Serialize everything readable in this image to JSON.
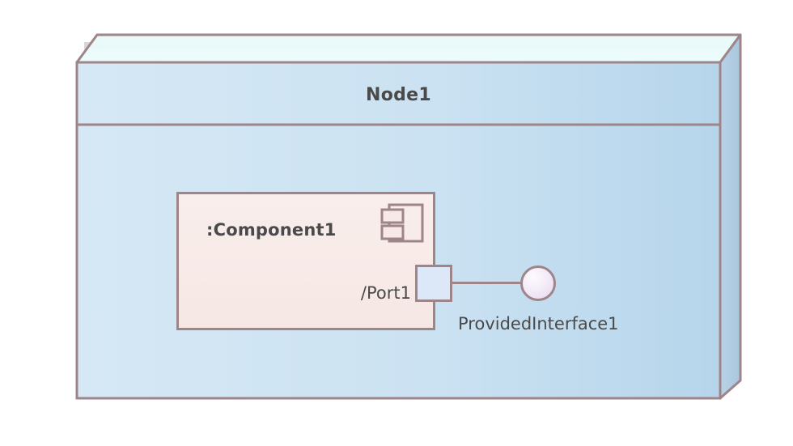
{
  "diagram": {
    "type": "uml-deployment-diagram",
    "background_color": "#ffffff"
  },
  "node": {
    "name": "Node1",
    "icon_name": "node-3d-box",
    "front_fill_left": "#d4e6f4",
    "front_fill_right": "#b8d6ec",
    "top_fill": "#eafaf9",
    "side_fill": "#aecbe0",
    "border_color": "#9e8589",
    "shadow_color": "#d8d8d8"
  },
  "component": {
    "name": ":Component1",
    "icon_name": "uml-component-icon",
    "fill": "#f7e9e7",
    "border_color": "#9e8589"
  },
  "port": {
    "label": "/Port1",
    "icon_name": "port-square-icon",
    "fill": "#dce8f8",
    "border_color": "#9e8589"
  },
  "provided_interface": {
    "label": "ProvidedInterface1",
    "icon_name": "provided-interface-ball-icon",
    "fill": "#f0e4f5",
    "border_color": "#9e8589",
    "connector_color": "#9e8589"
  },
  "text_color": "#4a4a4a"
}
